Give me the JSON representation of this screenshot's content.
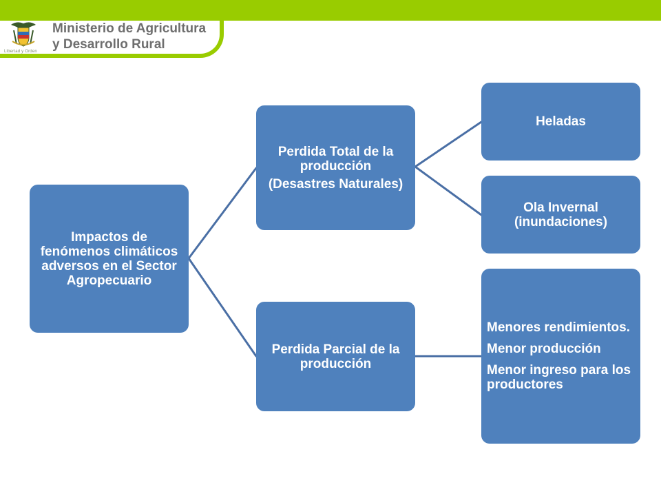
{
  "header": {
    "ministry_line1": "Ministerio de Agricultura",
    "ministry_line2": "y Desarrollo Rural",
    "crest_caption": "Libertad y Orden",
    "bar_color": "#99cc00",
    "crest_icon": "coat-of-arms-icon"
  },
  "diagram": {
    "box_color": "#4f81bd",
    "line_color": "#4a6fa5",
    "root": {
      "label": "Impactos de fenómenos climáticos adversos en el Sector Agropecuario"
    },
    "branch_total": {
      "line1": "Perdida Total de la producción",
      "line2": "(Desastres Naturales)"
    },
    "branch_parcial": {
      "label": "Perdida Parcial de la producción"
    },
    "leaf_heladas": {
      "label": "Heladas"
    },
    "leaf_ola": {
      "label": "Ola Invernal (inundaciones)"
    },
    "leaf_menores": {
      "items": [
        "Menores rendimientos.",
        "Menor producción",
        "Menor ingreso para los productores"
      ]
    }
  }
}
